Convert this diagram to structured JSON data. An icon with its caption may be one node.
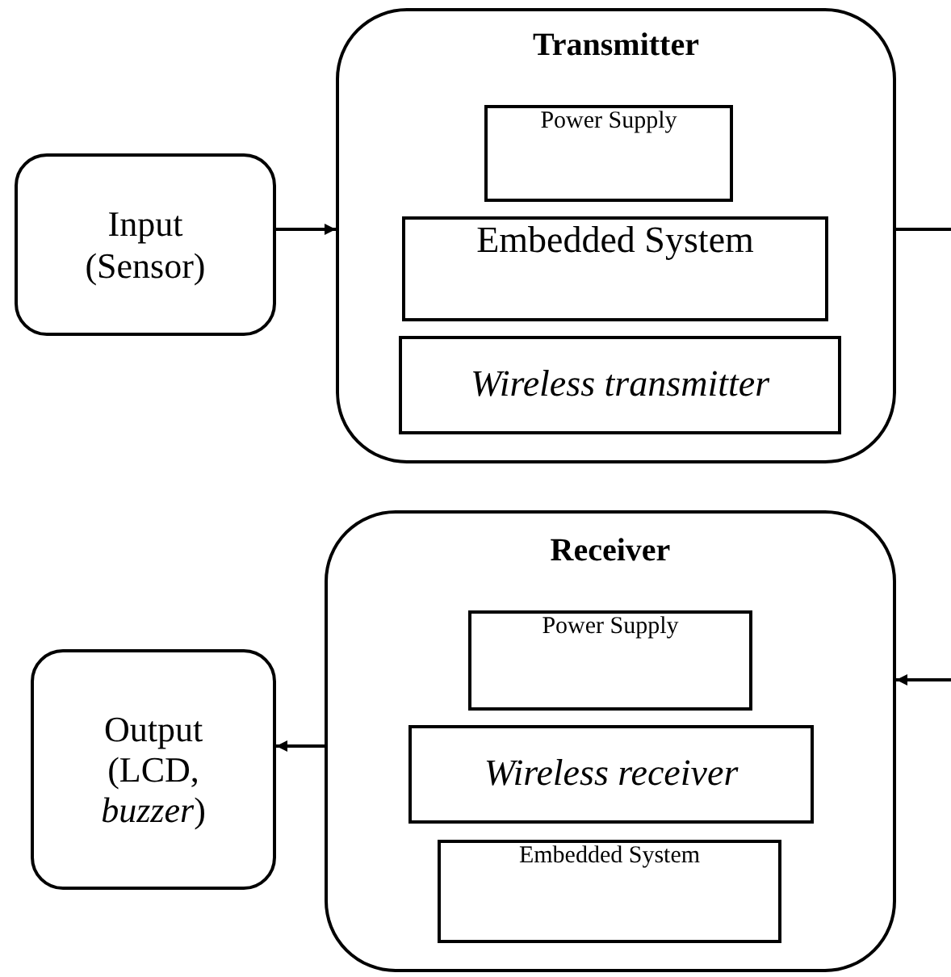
{
  "diagram": {
    "nodes": [
      {
        "text": [
          "Input (Sensor)"
        ]
      },
      {
        "text": [
          "Transmitter"
        ]
      },
      {
        "text": [
          "Power Supply"
        ],
        "in": 1
      },
      {
        "text": [
          "Embedded System"
        ],
        "in": 1
      },
      {
        "text": [
          "Wireless transmitter"
        ],
        "in": 1
      },
      {
        "text": [
          "Receiver"
        ]
      },
      {
        "text": [
          "Power Supply"
        ],
        "in": 5
      },
      {
        "text": [
          "Wireless receiver"
        ],
        "in": 5
      },
      {
        "text": [
          "Embedded System"
        ],
        "in": 5
      },
      {
        "text": [
          "Output (LCD, *buzzer*)"
        ]
      }
    ],
    "edges": [
      {
        "from": 0,
        "to": 1,
        "arrow": "to"
      },
      {
        "from": 1,
        "to": null,
        "arrow": "none"
      },
      {
        "from": null,
        "to": 5,
        "arrow": "to"
      },
      {
        "from": 5,
        "to": 9,
        "arrow": "to"
      }
    ]
  }
}
